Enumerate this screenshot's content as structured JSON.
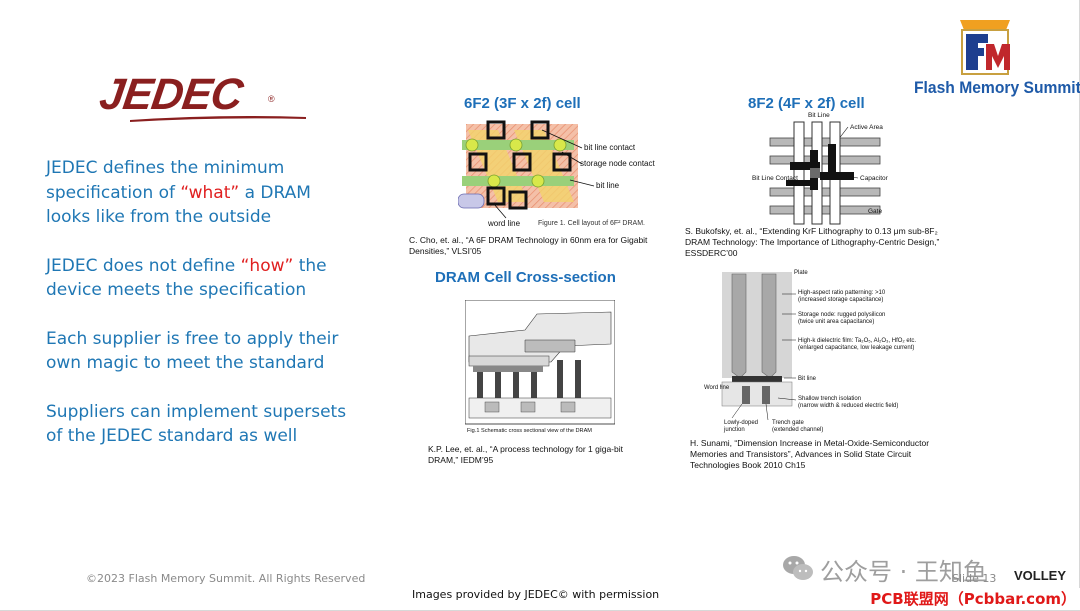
{
  "logos": {
    "jedec": "JEDEC",
    "jedec_reg": "®",
    "fms_text": "Flash Memory Summit"
  },
  "bullets": [
    {
      "before": "JEDEC defines the minimum specification of ",
      "highlight": "“what”",
      "after": " a DRAM looks like from the outside"
    },
    {
      "before": "JEDEC does not define ",
      "highlight": "“how”",
      "after": " the device meets the specification"
    },
    {
      "before": "Each supplier is free to apply their own magic to meet the standard",
      "highlight": "",
      "after": ""
    },
    {
      "before": "Suppliers can implement supersets of the JEDEC standard as well",
      "highlight": "",
      "after": ""
    }
  ],
  "figures": {
    "f6f2": {
      "title": "6F2 (3F x 2f) cell",
      "labels": {
        "bit_line_contact": "bit line contact",
        "storage_node_contact": "storage node contact",
        "bit_line": "bit line",
        "word_line": "word line"
      },
      "fig_caption": "Figure 1. Cell layout of 6F² DRAM.",
      "citation": "C. Cho, et. al., “A 6F DRAM Technology in 60nm era for Gigabit Densities,” VLSI’05"
    },
    "f8f2": {
      "title": "8F2 (4F x 2f) cell",
      "labels": {
        "bit_line": "Bit Line",
        "active_area": "Active Area",
        "bit_line_contact": "Bit Line Contact",
        "capacitor": "Capacitor",
        "gate": "Gate"
      },
      "citation": "S. Bukofsky, et. al., “Extending KrF Lithography to 0.13 μm sub-8F₂ DRAM Technology: The Importance of Lithography-Centric Design,” ESSDERC’00"
    },
    "cross": {
      "title": "DRAM Cell Cross-section",
      "fig_caption": "Fig.1 Schematic cross sectional view of the DRAM",
      "citation": "K.P. Lee, et. al., “A process technology for 1 giga-bit DRAM,” IEDM’95"
    },
    "sunami": {
      "labels": {
        "plate": "Plate",
        "ratio": "High-aspect ratio patterning: >10",
        "ratio_sub": "(increased storage capacitance)",
        "storage": "Storage node: rugged polysilicon",
        "storage_sub": "(twice unit area capacitance)",
        "hik": "High-k dielectric film: Ta₂O₅, Al₂O₃, HfO₂ etc.",
        "hik_sub": "(enlarged capacitance, low leakage current)",
        "word_line": "Word line",
        "bit_line": "Bit line",
        "sti": "Shallow trench isolation",
        "sti_sub": "(narrow width & reduced electric field)",
        "lowly": "Lowly-doped",
        "junction": "junction",
        "trench_gate": "Trench gate",
        "trench_sub": "(extended channel)"
      },
      "citation": "H. Sunami, “Dimension Increase in Metal-Oxide-Semiconductor Memories and Transistors”, Advances in Solid State Circuit Technologies Book 2010 Ch15"
    }
  },
  "footer": {
    "copyright": "©2023 Flash Memory Summit. All Rights Reserved",
    "credit": "Images provided by JEDEC© with permission",
    "watermark": "公众号 · 王知鱼",
    "slide": "Slide 13",
    "volley": "VOLLEY",
    "pcb": "PCB联盟网（Pcbbar.com）"
  },
  "colors": {
    "bullet_blue": "#1f77b4",
    "highlight_red": "#e02020",
    "title_blue": "#1e6fb8",
    "jedec_red": "#8a1f1f",
    "pcb_red": "#e01818"
  }
}
